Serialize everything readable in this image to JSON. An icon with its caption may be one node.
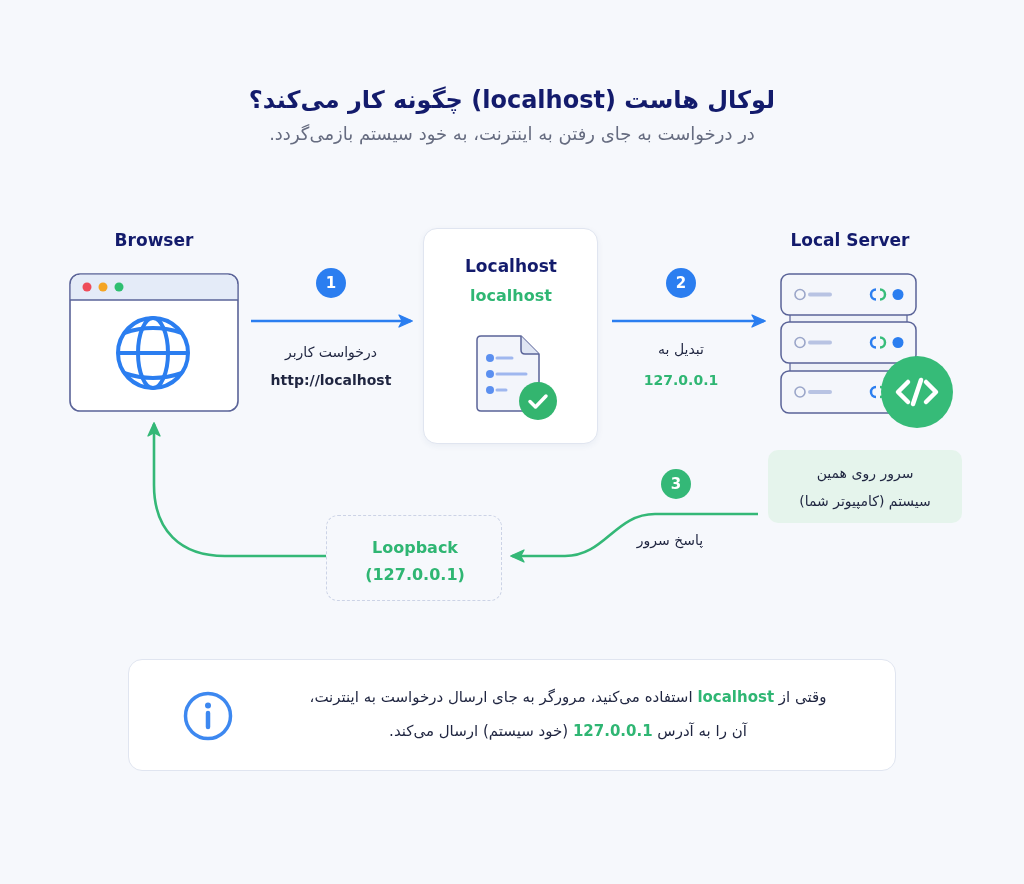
{
  "diagram": {
    "title": "لوکال هاست (localhost) چگونه کار می‌کند؟",
    "nodes": [
      {
        "text": [
          "Browser"
        ]
      },
      {
        "text": [
          "Localhost",
          "localhost"
        ]
      },
      {
        "text": [
          "Local Server"
        ]
      },
      {
        "text": [
          "سرور روی همین سیستم (کامپیوتر شما)"
        ]
      },
      {
        "text": [
          "Loopback",
          "(127.0.0.1)"
        ]
      },
      {
        "text": [
          "وقتی از **localhost** استفاده می‌کنید، مرورگر به جای ارسال درخواست به اینترنت، آن را به آدرس **127.0.0.1** (خود سیستم) ارسال می‌کند."
        ]
      }
    ],
    "edges": [
      {
        "from": 0,
        "to": 1,
        "arrow": "to",
        "label": "درخواست کاربر"
      },
      {
        "from": 1,
        "to": 2,
        "arrow": "to",
        "label": "تبدیل به"
      },
      {
        "from": 3,
        "to": 4,
        "arrow": "to",
        "label": "پاسخ سرور",
        "color": "#34b877"
      },
      {
        "from": 4,
        "to": 0,
        "arrow": "to",
        "color": "#34b877"
      }
    ],
    "labels": [
      "در درخواست به جای رفتن به اینترنت، به خود سیستم بازمی‌گردد.",
      "1",
      "http://localhost",
      "2",
      "127.0.0.1",
      "3"
    ]
  }
}
